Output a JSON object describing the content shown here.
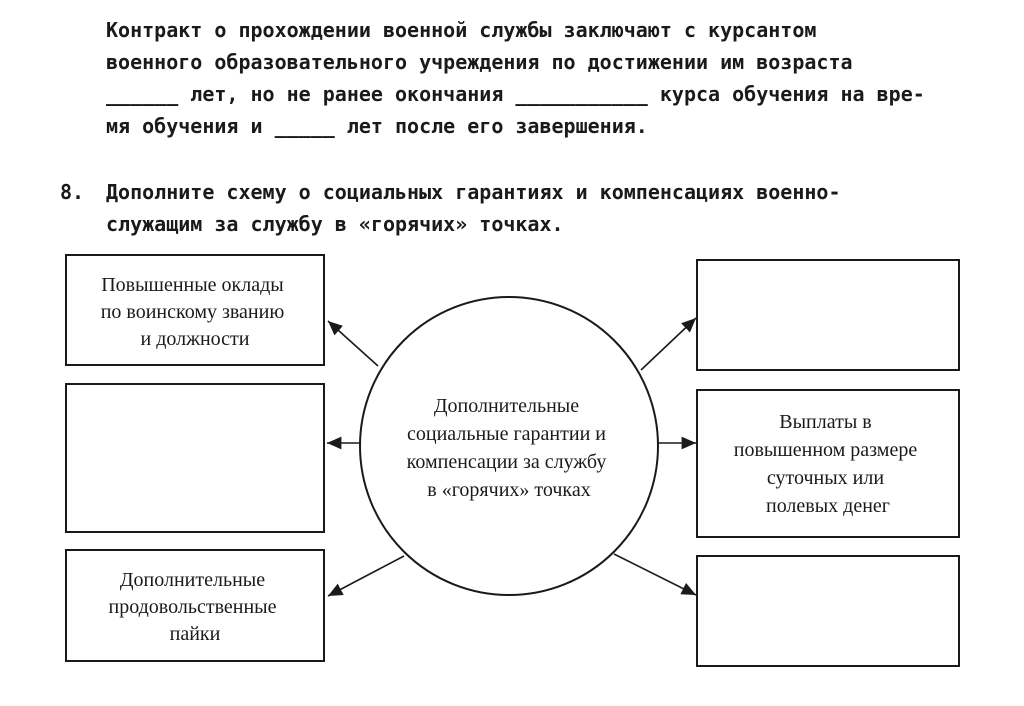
{
  "paragraph_1": {
    "lines": [
      "Контракт о прохождении военной службы заключают с курсантом",
      "военного образовательного учреждения по достижении им возраста",
      "______ лет, но не ранее окончания ___________ курса обучения на вре-",
      "мя обучения и _____ лет после его завершения."
    ]
  },
  "task_8": {
    "number": "8.",
    "lines": [
      "Дополните схему о социальных гарантиях и компенсациях военно-",
      "служащим за службу в «горячих» точках."
    ]
  },
  "diagram": {
    "center": [
      "Дополнительные",
      "социальные гарантии и",
      "компенсации за службу",
      "в «горячих» точках"
    ],
    "left_top": [
      "Повышенные оклады",
      "по воинскому званию",
      "и должности"
    ],
    "left_middle": [],
    "left_bottom": [
      "Дополнительные",
      "продовольственные",
      "пайки"
    ],
    "right_top": [],
    "right_middle": [
      "Выплаты в",
      "повышенном размере",
      "суточных или",
      "полевых денег"
    ],
    "right_bottom": []
  }
}
